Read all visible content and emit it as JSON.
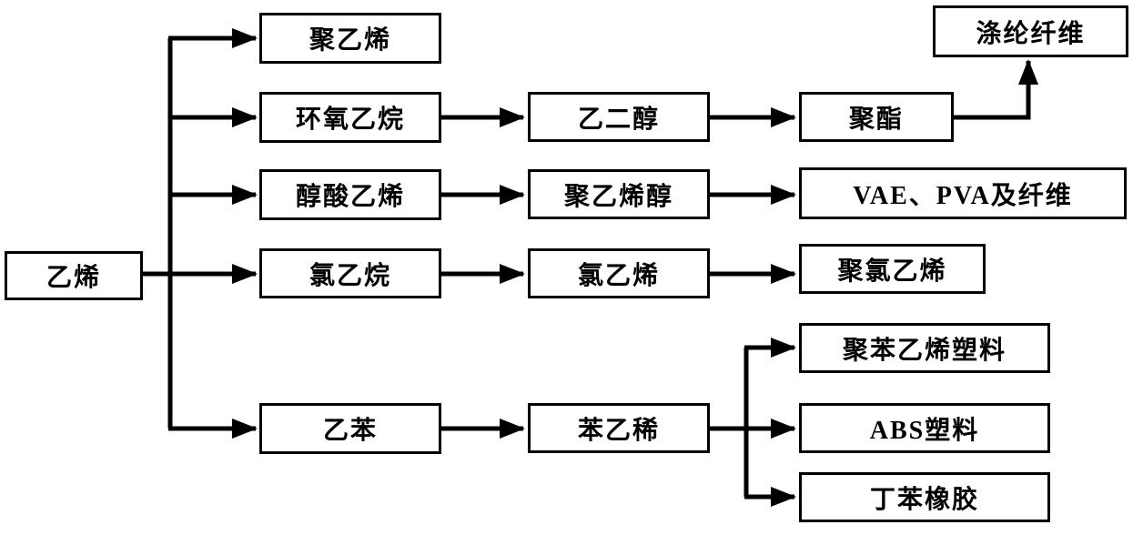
{
  "diagram": {
    "type": "flowchart",
    "topic": "ethylene-derivatives",
    "nodes": {
      "ethylene": "乙烯",
      "polyethylene": "聚乙烯",
      "ethylene_oxide": "环氧乙烷",
      "ethylene_glycol": "乙二醇",
      "polyester": "聚酯",
      "polyester_fiber": "涤纶纤维",
      "vinyl_acetate": "醇酸乙烯",
      "polyvinyl_alcohol": "聚乙烯醇",
      "vae_pva_fiber": "VAE、PVA及纤维",
      "chloroethane": "氯乙烷",
      "vinyl_chloride": "氯乙烯",
      "pvc": "聚氯乙烯",
      "ethylbenzene": "乙苯",
      "styrene": "苯乙稀",
      "polystyrene_plastic": "聚苯乙烯塑料",
      "abs_plastic": "ABS塑料",
      "sbr_rubber": "丁苯橡胶"
    },
    "edges": [
      {
        "from": "ethylene",
        "to": "polyethylene"
      },
      {
        "from": "ethylene",
        "to": "ethylene_oxide"
      },
      {
        "from": "ethylene_oxide",
        "to": "ethylene_glycol"
      },
      {
        "from": "ethylene_glycol",
        "to": "polyester"
      },
      {
        "from": "polyester",
        "to": "polyester_fiber"
      },
      {
        "from": "ethylene",
        "to": "vinyl_acetate"
      },
      {
        "from": "vinyl_acetate",
        "to": "polyvinyl_alcohol"
      },
      {
        "from": "polyvinyl_alcohol",
        "to": "vae_pva_fiber"
      },
      {
        "from": "ethylene",
        "to": "chloroethane"
      },
      {
        "from": "chloroethane",
        "to": "vinyl_chloride"
      },
      {
        "from": "vinyl_chloride",
        "to": "pvc"
      },
      {
        "from": "ethylene",
        "to": "ethylbenzene"
      },
      {
        "from": "ethylbenzene",
        "to": "styrene"
      },
      {
        "from": "styrene",
        "to": "polystyrene_plastic"
      },
      {
        "from": "styrene",
        "to": "abs_plastic"
      },
      {
        "from": "styrene",
        "to": "sbr_rubber"
      }
    ],
    "colors": {
      "line": "#000000",
      "box_border": "#000000",
      "text": "#000000",
      "background": "#ffffff"
    }
  }
}
